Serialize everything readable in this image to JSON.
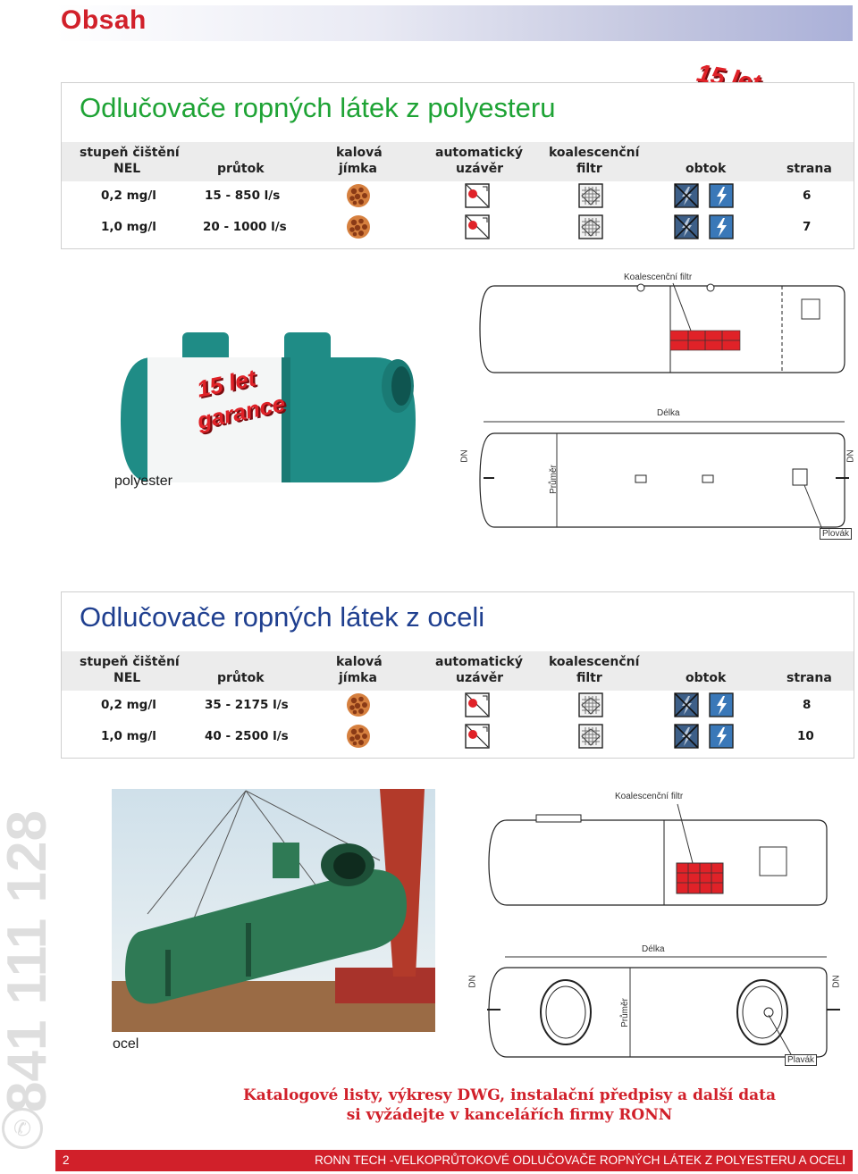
{
  "header": {
    "title": "Obsah"
  },
  "stamp": {
    "line1": "15 let",
    "line2": "garance"
  },
  "table_headers": {
    "col1": [
      "stupeň čištění",
      "NEL"
    ],
    "col2": "průtok",
    "col3": [
      "kalová",
      "jímka"
    ],
    "col4": [
      "automatický",
      "uzávěr"
    ],
    "col5": [
      "koalescenční",
      "filtr"
    ],
    "col6": "obtok",
    "col7": "strana"
  },
  "polyester": {
    "title": "Odlučovače ropných látek z polyesteru",
    "rows": [
      {
        "nel": "0,2 mg/l",
        "flow": "15 - 850 l/s",
        "page": "6"
      },
      {
        "nel": "1,0 mg/l",
        "flow": "20 - 1000 l/s",
        "page": "7"
      }
    ],
    "caption": "polyester",
    "drawing_labels": {
      "filter": "Koalescenční filtr",
      "length": "Délka",
      "dn": "DN",
      "diameter": "Průměr",
      "float": "Plovák"
    }
  },
  "steel": {
    "title": "Odlučovače ropných látek z oceli",
    "rows": [
      {
        "nel": "0,2 mg/l",
        "flow": "35 - 2175 l/s",
        "page": "8"
      },
      {
        "nel": "1,0 mg/l",
        "flow": "40 - 2500 l/s",
        "page": "10"
      }
    ],
    "caption": "ocel",
    "drawing_labels": {
      "filter": "Koalescenční filtr",
      "length": "Délka",
      "dn": "DN",
      "diameter": "Průměr",
      "float": "Plavák"
    }
  },
  "phone": "841 111 128",
  "promo": {
    "line1": "Katalogové listy, výkresy DWG, instalační předpisy a další data",
    "line2": "si vyžádejte v kancelářích firmy RONN"
  },
  "footer": {
    "page_number": "2",
    "text": "RONN TECH -VELKOPRŮTOKOVÉ ODLUČOVAČE ROPNÝCH LÁTEK Z POLYESTERU A OCELI"
  },
  "colors": {
    "accent": "#d1202a",
    "title_green": "#1ea335",
    "title_blue": "#1f3f8f",
    "tank_teal": "#1f8c86",
    "tank_green": "#2f7a55"
  }
}
